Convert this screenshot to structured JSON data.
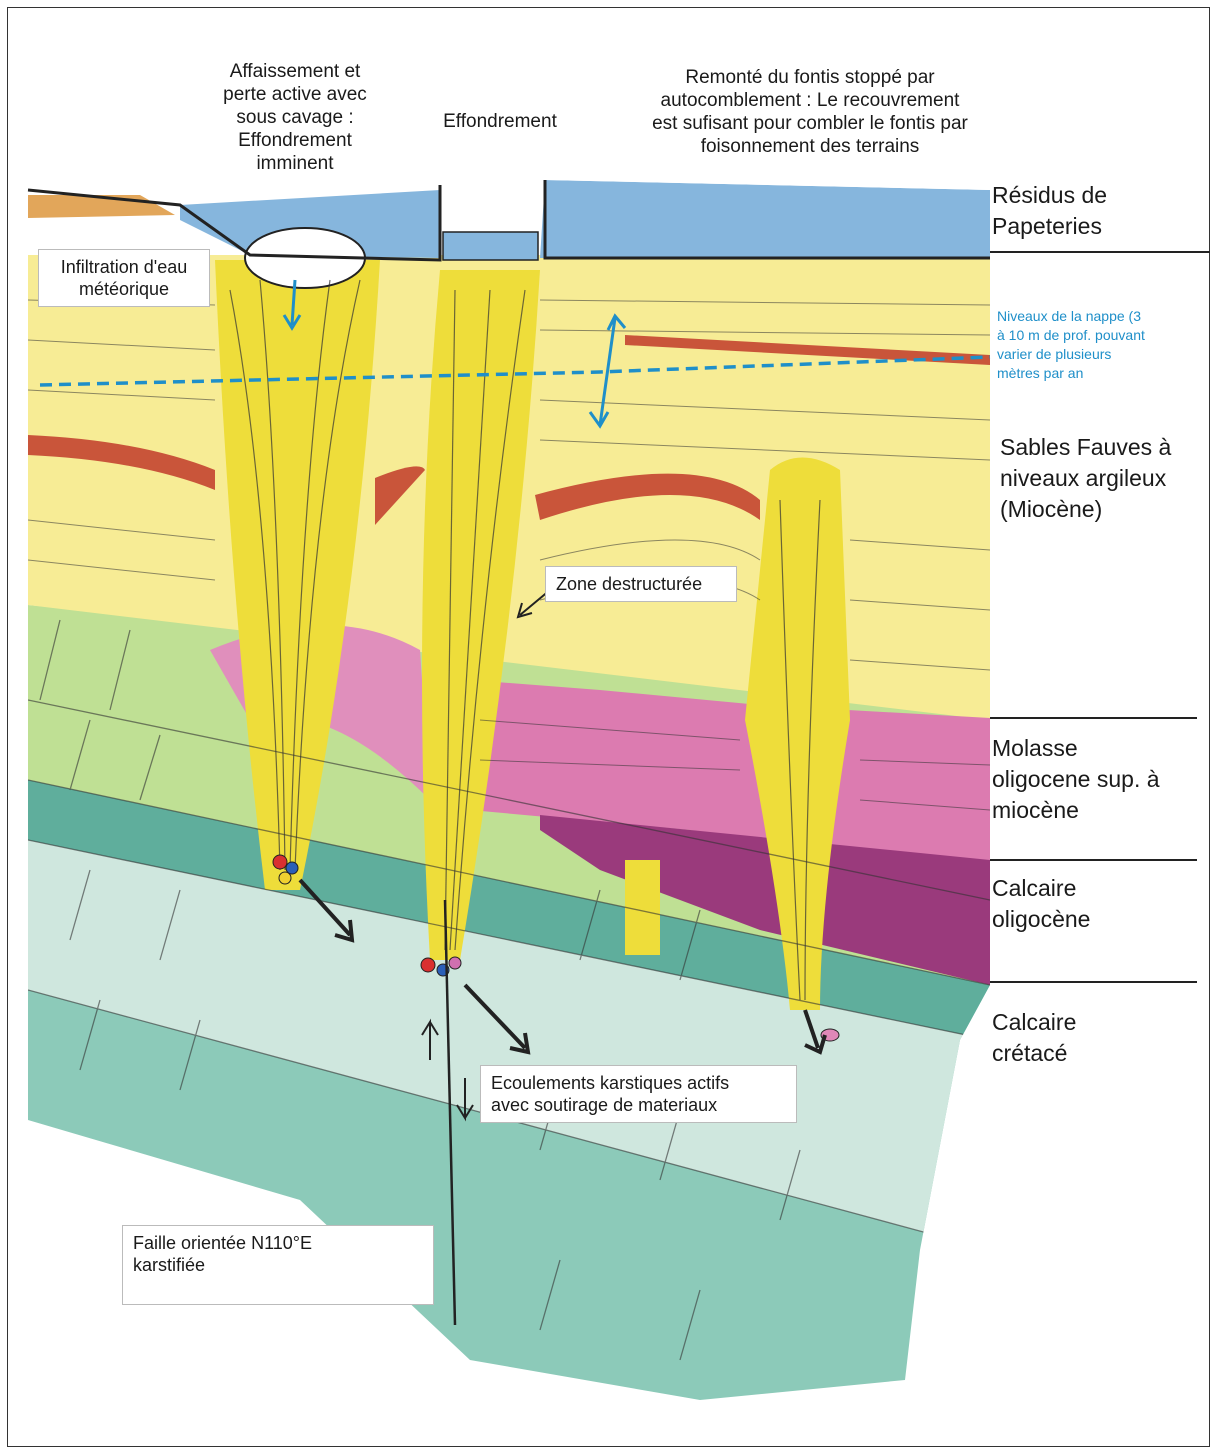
{
  "top_labels": {
    "affaissement": "Affaissement et\nperte active avec\nsous cavage :\nEffondrement\nimminent",
    "effondrement": "Effondrement",
    "remonte": "Remonté du fontis stoppé par\nautocomblement : Le recouvrement\nest sufisant pour combler le fontis par\nfoisonnement des terrains"
  },
  "boxes": {
    "infiltration": "Infiltration d'eau\nmétéorique",
    "zone": "Zone destructurée",
    "ecoulements": "Ecoulements karstiques actifs\navec soutirage de materiaux",
    "faille": "Faille orientée N110°E\nkarstifiée"
  },
  "layers": {
    "residus": "Résidus de\nPapeteries",
    "nappe": "Niveaux de la nappe (3\nà 10 m de prof. pouvant\nvarier de plusieurs\nmètres par an",
    "sables": "Sables Fauves à\nniveaux argileux\n(Miocène)",
    "molasse": "Molasse\noligocene sup. à\nmiocène",
    "calcaire_oligo": "Calcaire\noligocène",
    "calcaire_cretace": "Calcaire\ncrétacé"
  },
  "colors": {
    "blue_residus": "#7fb0d9",
    "yellow_sand": "#f6e98a",
    "yellow_fontis": "#efe04a",
    "red_clay": "#c9553a",
    "pink_molasse": "#d0589a",
    "purple_calcaire": "#8e2a6f",
    "green_oligo": "#b7d98a",
    "teal_cretace": "#6fb9a8",
    "nappe_blue": "#1f8fc9"
  }
}
